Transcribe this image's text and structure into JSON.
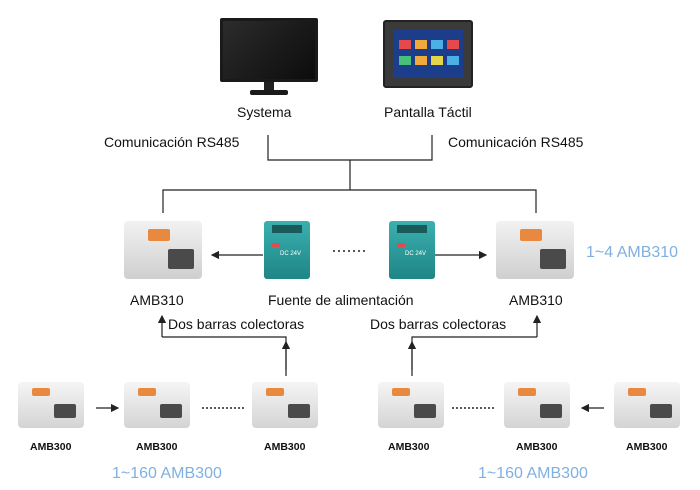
{
  "top": {
    "system_label": "Systema",
    "touch_label": "Pantalla Táctil",
    "comm_left": "Comunicación RS485",
    "comm_right": "Comunicación RS485"
  },
  "middle": {
    "amb310_left": "AMB310",
    "amb310_right": "AMB310",
    "power_label": "Fuente de alimentación",
    "count_310": "1~4 AMB310",
    "bus_left": "Dos barras colectoras",
    "bus_right": "Dos barras colectoras",
    "psu_text": "DC 24V"
  },
  "bottom": {
    "amb300_labels": [
      "AMB300",
      "AMB300",
      "AMB300",
      "AMB300",
      "AMB300",
      "AMB300"
    ],
    "count_left": "1~160 AMB300",
    "count_right": "1~160 AMB300"
  },
  "colors": {
    "accent_blue": "#7fb0e0",
    "psu_teal": "#2a9b9b",
    "line": "#222222"
  }
}
